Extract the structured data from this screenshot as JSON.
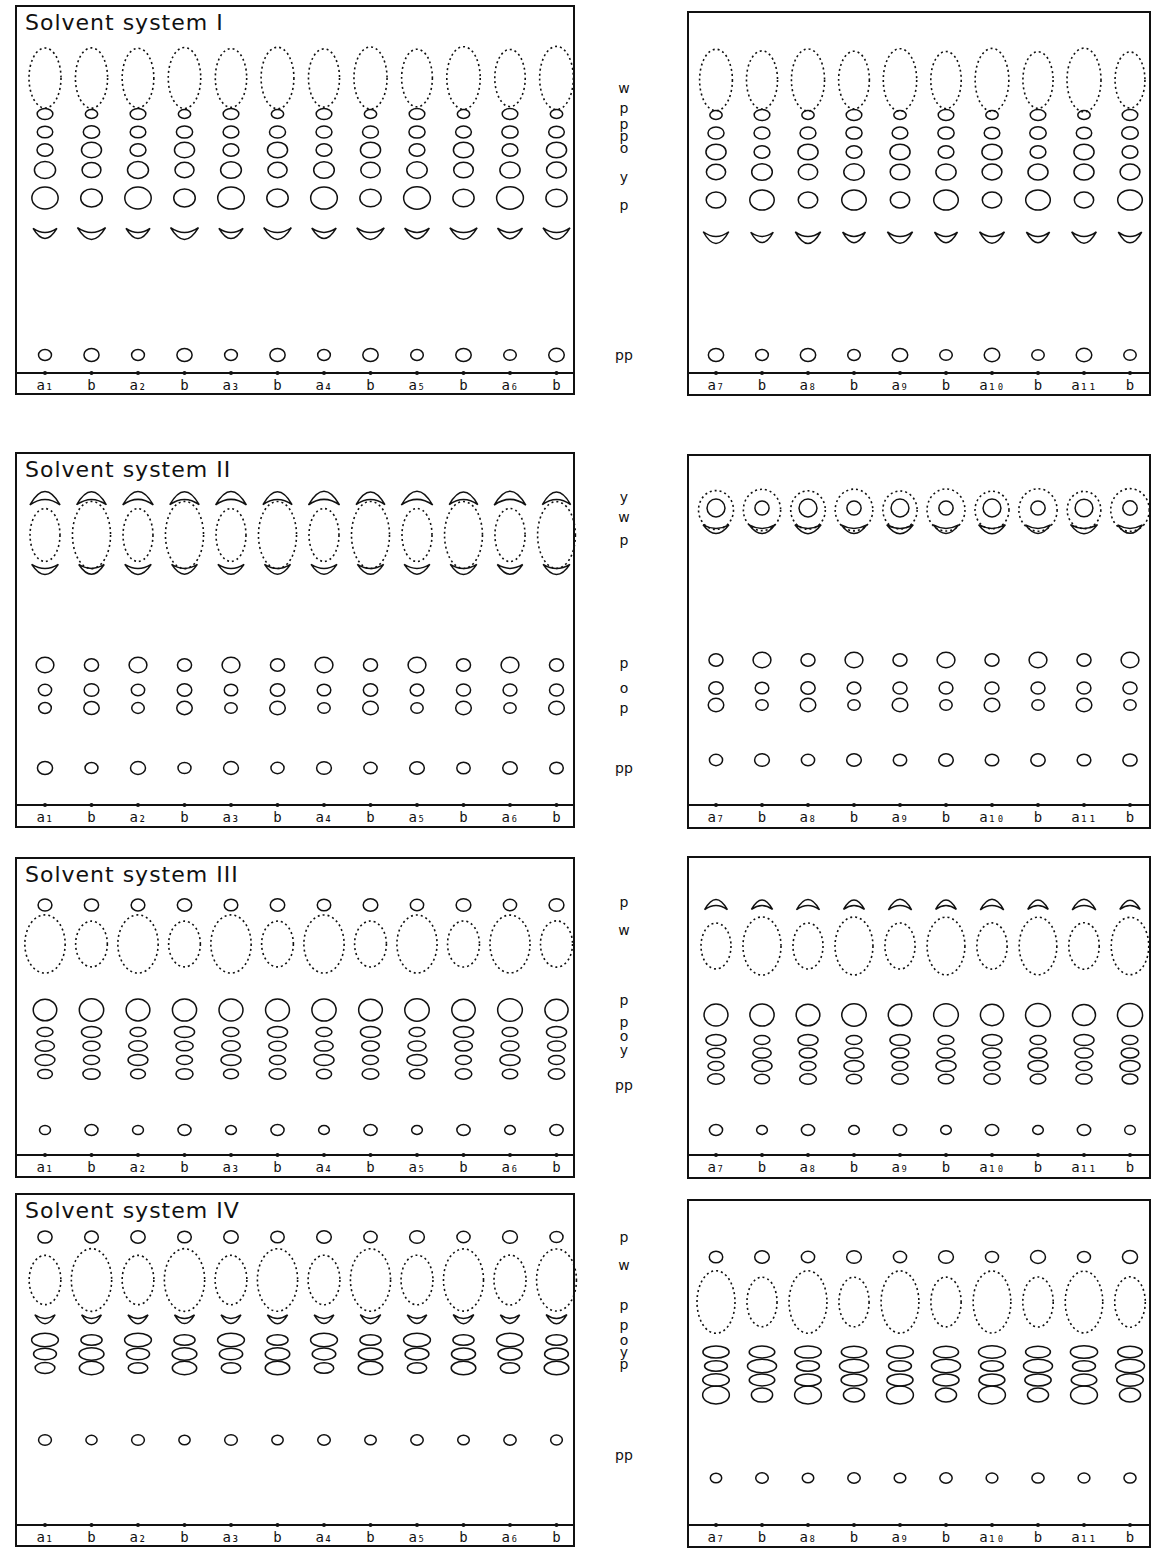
{
  "diagram": {
    "nodes": [
      {
        "text": [
          "Solvent system I"
        ]
      },
      {
        "text": [
          "Solvent system II"
        ]
      },
      {
        "text": [
          "Solvent system III"
        ]
      },
      {
        "text": [
          "Solvent system IV"
        ]
      }
    ],
    "labels": [
      "a₁",
      "b",
      "a₂",
      "b",
      "a₃",
      "b",
      "a₄",
      "b",
      "a₅",
      "b",
      "a₆",
      "b",
      "w",
      "p",
      "p",
      "p",
      "o",
      "y",
      "p",
      "pp",
      "a₇",
      "b",
      "a₈",
      "b",
      "a₉",
      "b",
      "a₁₀",
      "b",
      "a₁₁",
      "b",
      "a₁",
      "b",
      "a₂",
      "b",
      "a₃",
      "b",
      "a₄",
      "b",
      "a₅",
      "b",
      "a₆",
      "b",
      "y",
      "w",
      "p",
      "p",
      "o",
      "p",
      "pp",
      "a₇",
      "b",
      "a₈",
      "b",
      "a₉",
      "b",
      "a₁₀",
      "b",
      "a₁₁",
      "b",
      "a₁",
      "b",
      "a₂",
      "b",
      "a₃",
      "b",
      "a₄",
      "b",
      "a₅",
      "b",
      "a₆",
      "b",
      "p",
      "w",
      "p",
      "p",
      "o",
      "y",
      "pp",
      "a₇",
      "b",
      "a₈",
      "b",
      "a₉",
      "b",
      "a₁₀",
      "b",
      "a₁₁",
      "b",
      "a₁",
      "b",
      "a₂",
      "b",
      "a₃",
      "b",
      "a₄",
      "b",
      "a₅",
      "b",
      "a₆",
      "b",
      "p",
      "w",
      "p",
      "p",
      "o",
      "y",
      "p",
      "pp",
      "a₇",
      "b",
      "a₈",
      "b",
      "a₉",
      "b",
      "a₁₀",
      "b",
      "a₁₁",
      "b"
    ]
  }
}
